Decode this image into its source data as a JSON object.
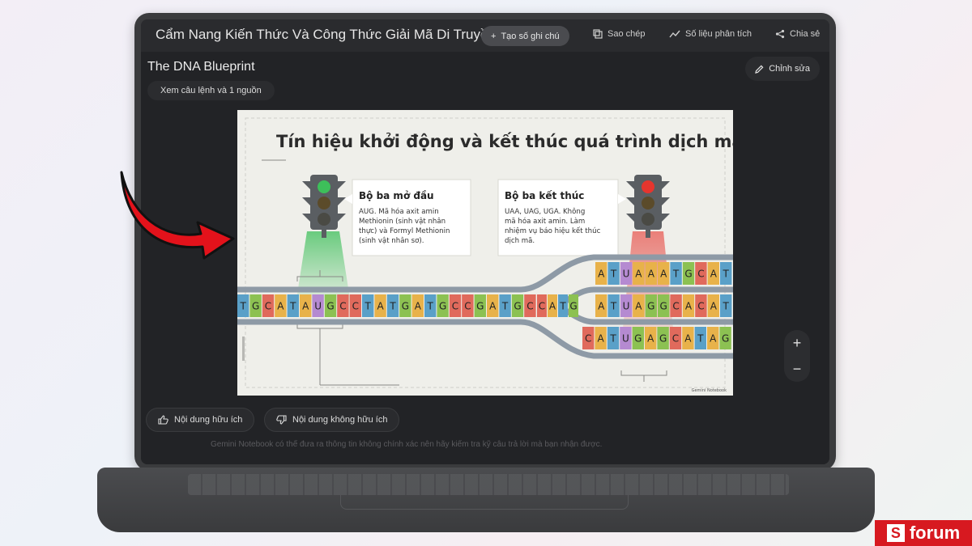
{
  "window": {
    "doc_title": "Cẩm Nang Kiến Thức Và Công Thức Giải Mã Di Truyề",
    "new_note_label": "Tạo số ghi chú",
    "copy_label": "Sao chép",
    "analytics_label": "Số liệu phân tích",
    "share_label": "Chia sẻ"
  },
  "panel": {
    "title": "The DNA Blueprint",
    "prompt_label": "Xem câu lệnh và 1 nguồn",
    "edit_label": "Chỉnh sửa"
  },
  "slide": {
    "heading": "Tín hiệu khởi động và kết thúc quá trình dịch mã",
    "start_card": {
      "title": "Bộ ba mở đầu",
      "body": [
        "AUG. Mã hóa axit amin",
        "Methionin (sinh vật nhân",
        "thực) và Formyl Methionin",
        "(sinh vật nhân sơ)."
      ]
    },
    "stop_card": {
      "title": "Bộ ba kết thúc",
      "body": [
        "UAA, UAG, UGA. Không",
        "mã hóa axit amin. Làm",
        "nhiệm vụ báo hiệu kết thúc",
        "dịch mã."
      ]
    },
    "main_strand": [
      "T",
      "G",
      "C",
      "A",
      "T",
      "A",
      "U",
      "G",
      "C",
      "C",
      "T",
      "A",
      "T",
      "G",
      "A",
      "T",
      "G",
      "C",
      "C",
      "G",
      "A",
      "T",
      "G",
      "C"
    ],
    "fork_letters": [
      "C",
      "A",
      "T",
      "G"
    ],
    "upper_strand": [
      "A",
      "T",
      "U",
      "A",
      "A",
      "A",
      "T",
      "G",
      "C",
      "A",
      "T"
    ],
    "middle_strand": [
      "A",
      "T",
      "U",
      "A",
      "G",
      "G",
      "C",
      "A",
      "C",
      "A",
      "T"
    ],
    "lower_strand": [
      "C",
      "A",
      "T",
      "U",
      "G",
      "A",
      "G",
      "C",
      "A",
      "T",
      "A",
      "G"
    ],
    "watermark": "Gemini Notebook"
  },
  "feedback": {
    "helpful_label": "Nội dung hữu ích",
    "not_helpful_label": "Nội dung không hữu ích"
  },
  "disclaimer": "Gemini Notebook có thể đưa ra thông tin không chính xác nên hãy kiểm tra kỹ câu trả lời mà bạn nhận được.",
  "zoom": {
    "plus": "+",
    "minus": "−"
  },
  "branding": {
    "name": "forum",
    "mark": "S"
  },
  "colors": {
    "base_A": "#e8b24a",
    "base_T": "#5aa0c8",
    "base_G": "#8cc152",
    "base_C": "#e06a5c",
    "base_U": "#b58ad1",
    "arrow": "#e3121b",
    "green_light": "#3dbf5a",
    "red_light": "#e6352e"
  }
}
